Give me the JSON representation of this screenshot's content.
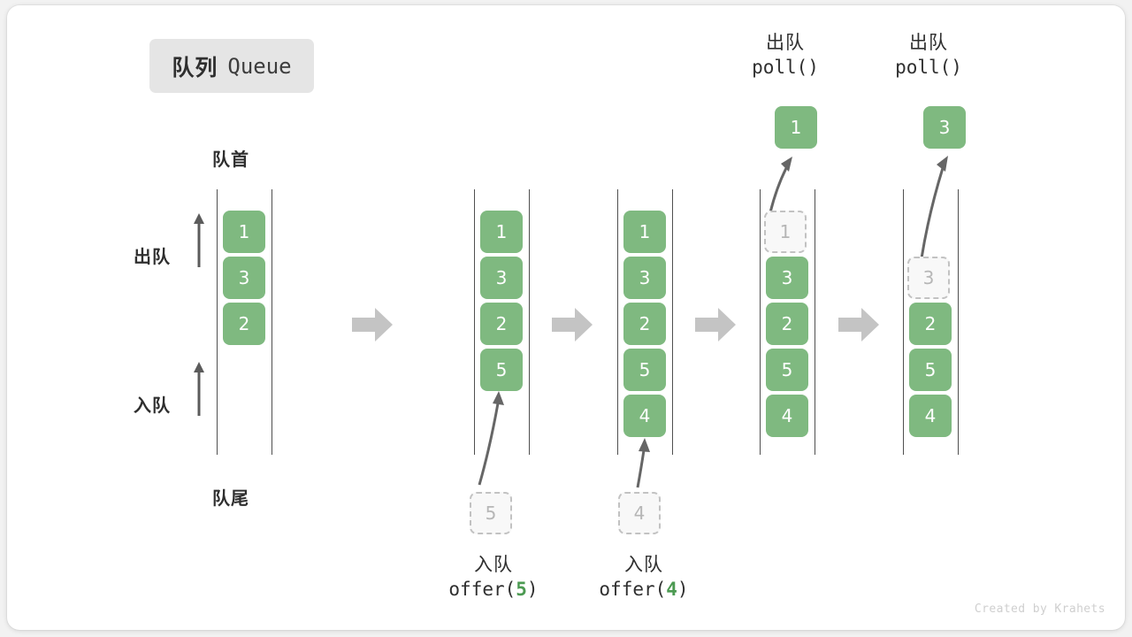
{
  "card": {
    "title_cn": "队列",
    "title_en": "Queue",
    "credit": "Created by Krahets",
    "accent_green": "#7fb980",
    "ghost_gray": "#c2c2c2",
    "arrow_gray": "#c4c4c4",
    "text_dark": "#2f2f2f"
  },
  "labels": {
    "head": "队首",
    "tail": "队尾",
    "dequeue_side": "出队",
    "enqueue_side": "入队"
  },
  "icons": {
    "up_arrow": "up-arrow-icon",
    "step_arrow": "right-arrow-icon",
    "flow_arrow": "curved-arrow-icon"
  },
  "states": [
    {
      "name": "initial",
      "cells": [
        {
          "value": "1",
          "style": "filled"
        },
        {
          "value": "3",
          "style": "filled"
        },
        {
          "value": "2",
          "style": "filled"
        }
      ]
    },
    {
      "name": "after-offer-5",
      "cells": [
        {
          "value": "1",
          "style": "filled"
        },
        {
          "value": "3",
          "style": "filled"
        },
        {
          "value": "2",
          "style": "filled"
        },
        {
          "value": "5",
          "style": "filled"
        }
      ],
      "incoming": {
        "value": "5",
        "style": "ghost"
      },
      "caption": {
        "cn": "入队",
        "fn": "offer(",
        "num": "5",
        "fn_end": ")"
      }
    },
    {
      "name": "after-offer-4",
      "cells": [
        {
          "value": "1",
          "style": "filled"
        },
        {
          "value": "3",
          "style": "filled"
        },
        {
          "value": "2",
          "style": "filled"
        },
        {
          "value": "5",
          "style": "filled"
        },
        {
          "value": "4",
          "style": "filled"
        }
      ],
      "incoming": {
        "value": "4",
        "style": "ghost"
      },
      "caption": {
        "cn": "入队",
        "fn": "offer(",
        "num": "4",
        "fn_end": ")"
      }
    },
    {
      "name": "poll-1",
      "cells": [
        {
          "value": "1",
          "style": "ghost"
        },
        {
          "value": "3",
          "style": "filled"
        },
        {
          "value": "2",
          "style": "filled"
        },
        {
          "value": "5",
          "style": "filled"
        },
        {
          "value": "4",
          "style": "filled"
        }
      ],
      "popped": {
        "value": "1",
        "style": "filled"
      },
      "caption": {
        "cn": "出队",
        "fn": "poll()"
      }
    },
    {
      "name": "poll-3",
      "cells": [
        {
          "value": "",
          "style": "empty"
        },
        {
          "value": "3",
          "style": "ghost"
        },
        {
          "value": "2",
          "style": "filled"
        },
        {
          "value": "5",
          "style": "filled"
        },
        {
          "value": "4",
          "style": "filled"
        }
      ],
      "popped": {
        "value": "3",
        "style": "filled"
      },
      "caption": {
        "cn": "出队",
        "fn": "poll()"
      }
    }
  ]
}
